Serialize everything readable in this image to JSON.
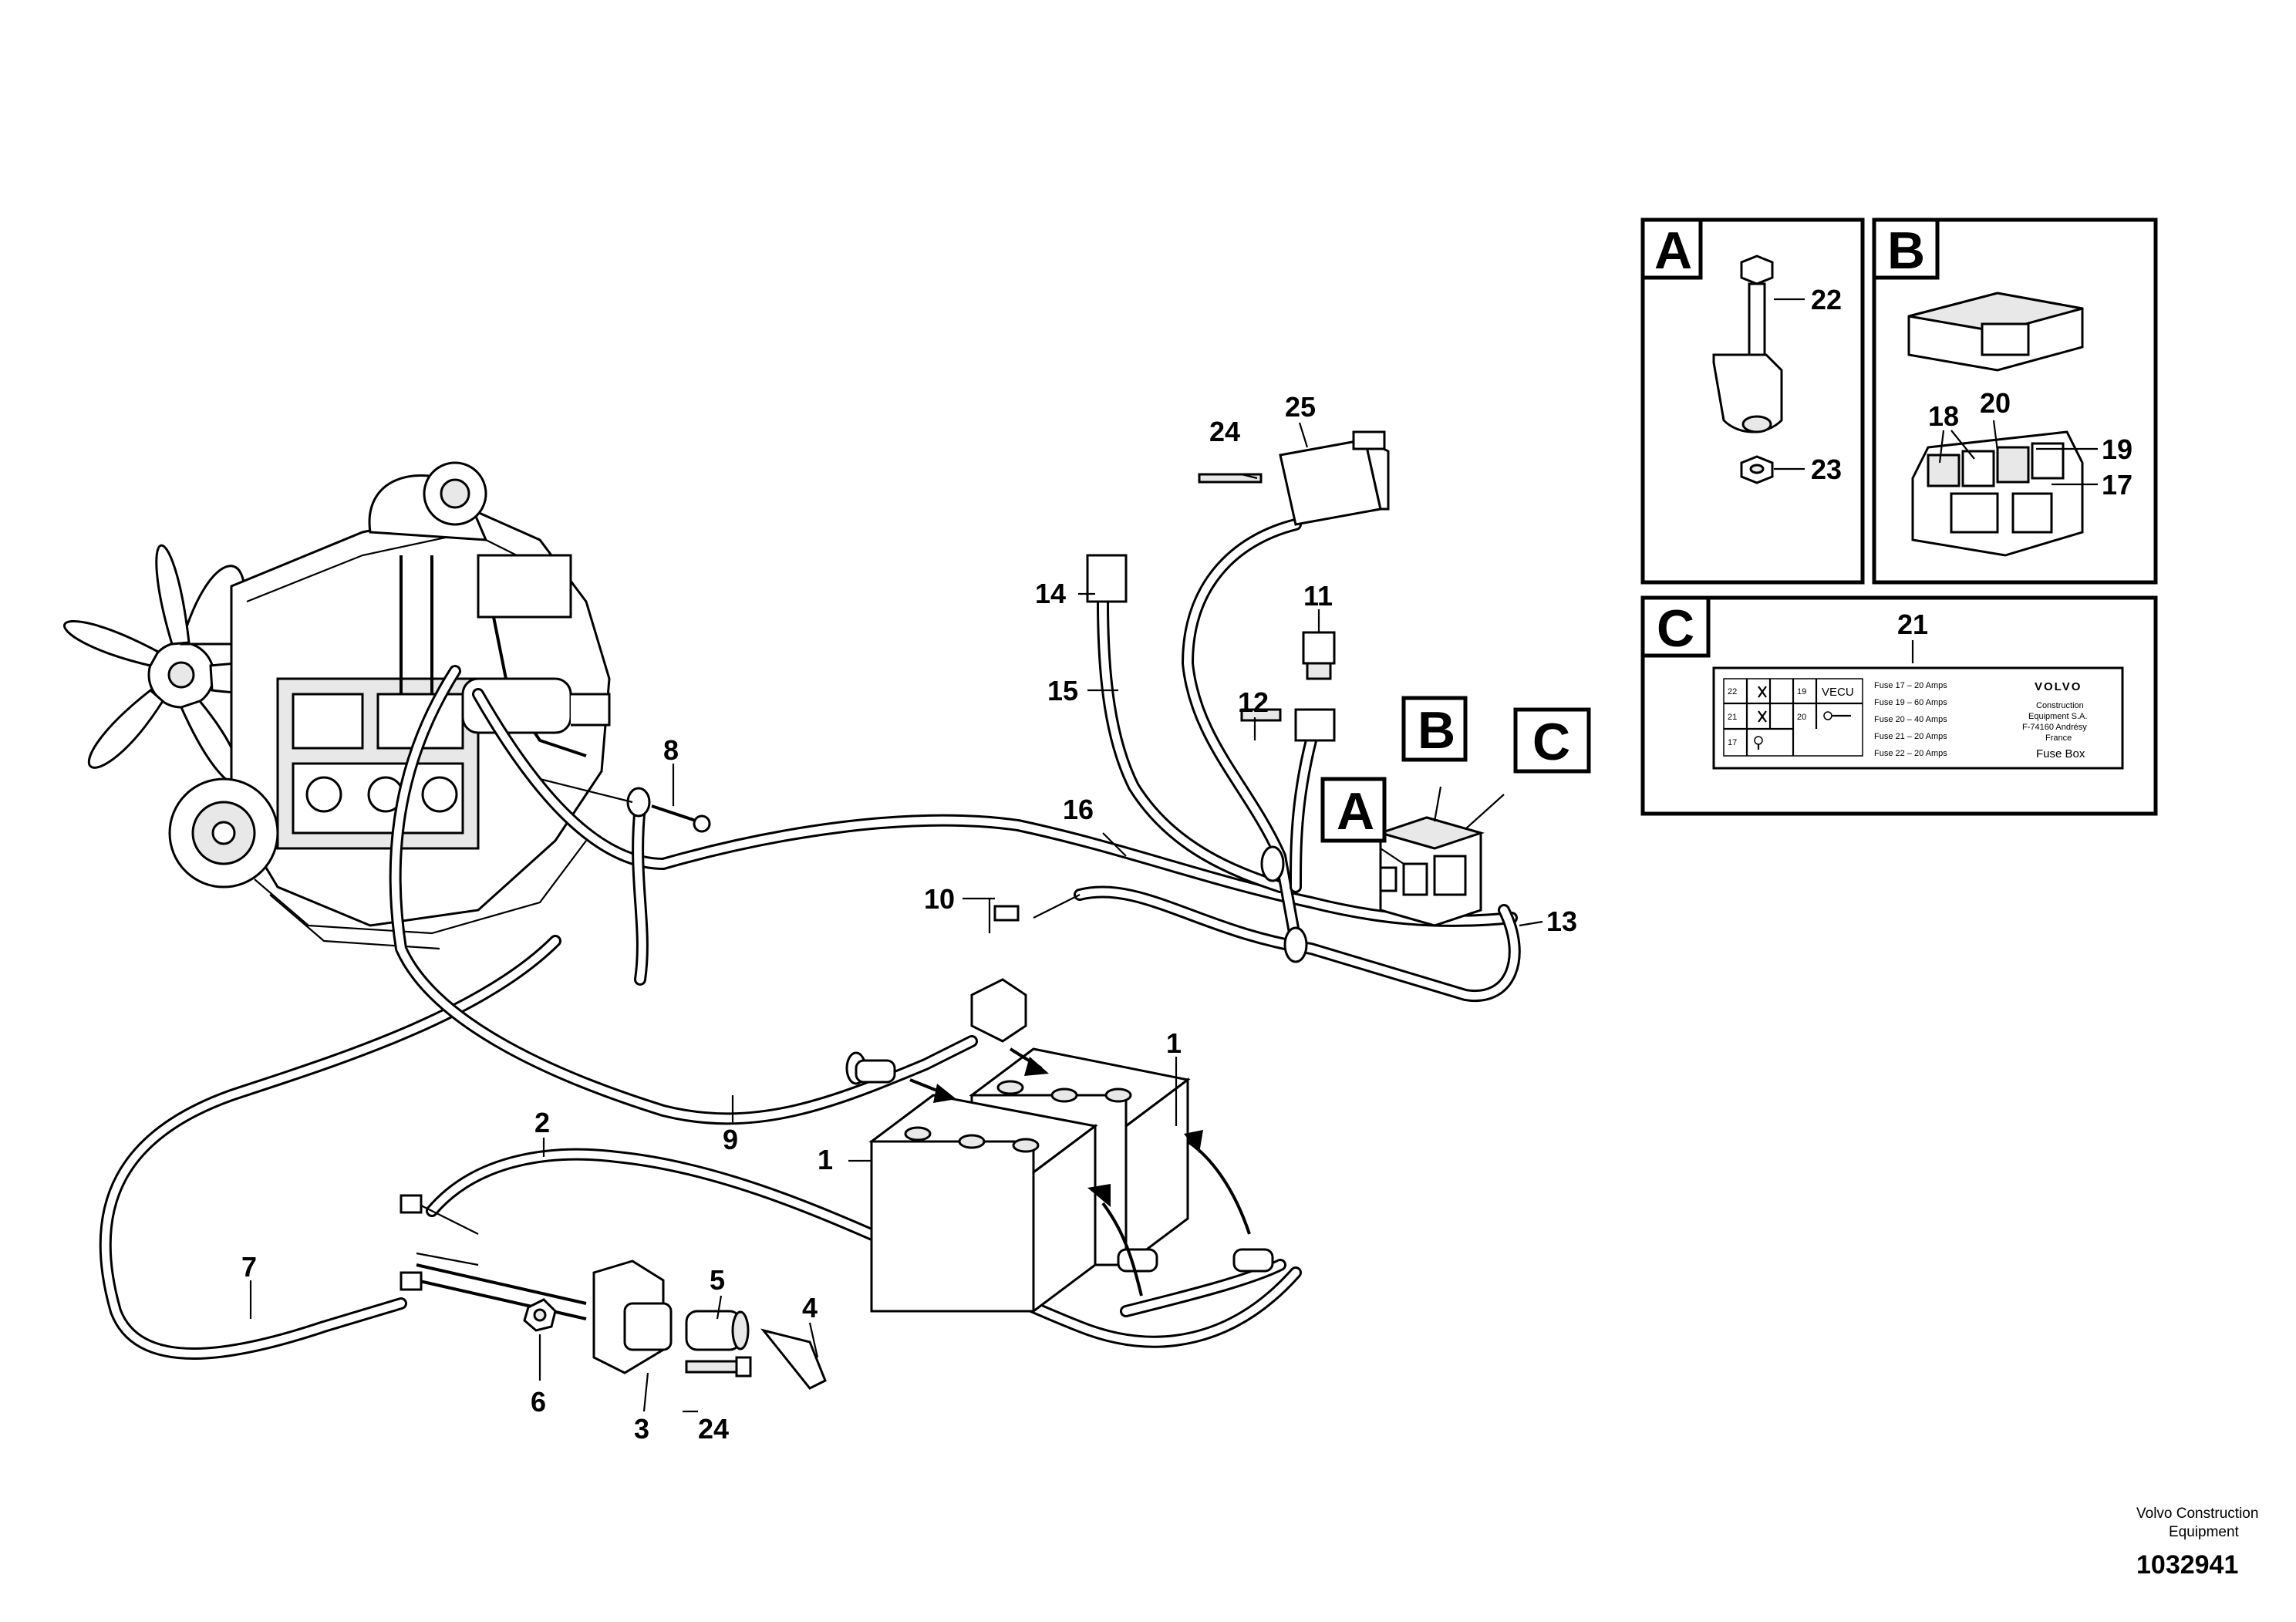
{
  "callouts": {
    "c1a": "1",
    "c1b": "1",
    "c2": "2",
    "c3": "3",
    "c4": "4",
    "c5": "5",
    "c6": "6",
    "c7": "7",
    "c8": "8",
    "c9": "9",
    "c10": "10",
    "c11": "11",
    "c12": "12",
    "c13": "13",
    "c14": "14",
    "c15": "15",
    "c16": "16",
    "c17": "17",
    "c18": "18",
    "c19": "19",
    "c20": "20",
    "c21": "21",
    "c22": "22",
    "c23": "23",
    "c24a": "24",
    "c24b": "24",
    "c25": "25"
  },
  "detail_boxes": {
    "a_letter": "A",
    "b_letter": "B",
    "c_letter": "C"
  },
  "main_markers": {
    "a": "A",
    "b": "B",
    "c": "C"
  },
  "fuse_label": {
    "cells": [
      "22",
      "19",
      "VECU",
      "21",
      "20",
      "17"
    ],
    "fuses": [
      "Fuse 17 – 20 Amps",
      "Fuse 19 – 60 Amps",
      "Fuse 20 – 40 Amps",
      "Fuse 21 – 20 Amps",
      "Fuse 22 – 20 Amps"
    ],
    "brand": "VOLVO",
    "maker_lines": [
      "Construction",
      "Equipment S.A.",
      "F-74160 Andrésy",
      "France"
    ],
    "title": "Fuse Box"
  },
  "footer": {
    "credit_line1": "Volvo Construction",
    "credit_line2": "Equipment",
    "doc_number": "1032941"
  },
  "icons": [
    "engine-illustration",
    "battery-icon",
    "relay-icon",
    "fuse-box-icon",
    "bolt-icon",
    "nut-icon",
    "fan-icon",
    "key-icon",
    "bulb-icon"
  ]
}
